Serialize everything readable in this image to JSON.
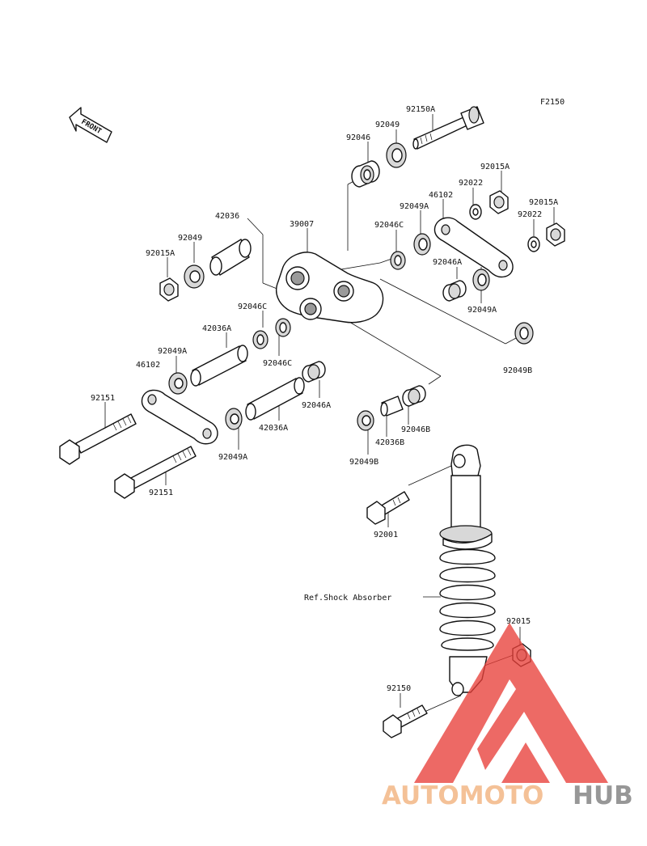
{
  "diagram": {
    "figure_code": "F2150",
    "front_label": "FRONT",
    "ref_label": "Ref.Shock Absorber"
  },
  "labels": {
    "p92150A": "92150A",
    "p92049_top": "92049",
    "p92046_top": "92046",
    "p92015A_a": "92015A",
    "p92022_a": "92022",
    "p46102_right": "46102",
    "p92015A_b": "92015A",
    "p92022_b": "92022",
    "p92049A_r1": "92049A",
    "p42036": "42036",
    "p39007": "39007",
    "p92046C_r": "92046C",
    "p92049_left": "92049",
    "p92015A_left": "92015A",
    "p92046A_r": "92046A",
    "p92049A_r2": "92049A",
    "p92046C_l": "92046C",
    "p42036A_u": "42036A",
    "p92049A_l": "92049A",
    "p46102_left": "46102",
    "p92046C_m": "92046C",
    "p92049B_r": "92049B",
    "p92151_a": "92151",
    "p92046A_m": "92046A",
    "p42036A_l": "42036A",
    "p92046B": "92046B",
    "p42036B": "42036B",
    "p92049A_lo": "92049A",
    "p92049B_lo": "92049B",
    "p92151_b": "92151",
    "p92001": "92001",
    "p92015": "92015",
    "p92150": "92150"
  },
  "watermark": {
    "text_a": "AUTOMOTO",
    "text_b": "HUB",
    "color_a": "#f2b07a",
    "color_b": "#7a7a7a",
    "logo_color": "#e8403a"
  }
}
